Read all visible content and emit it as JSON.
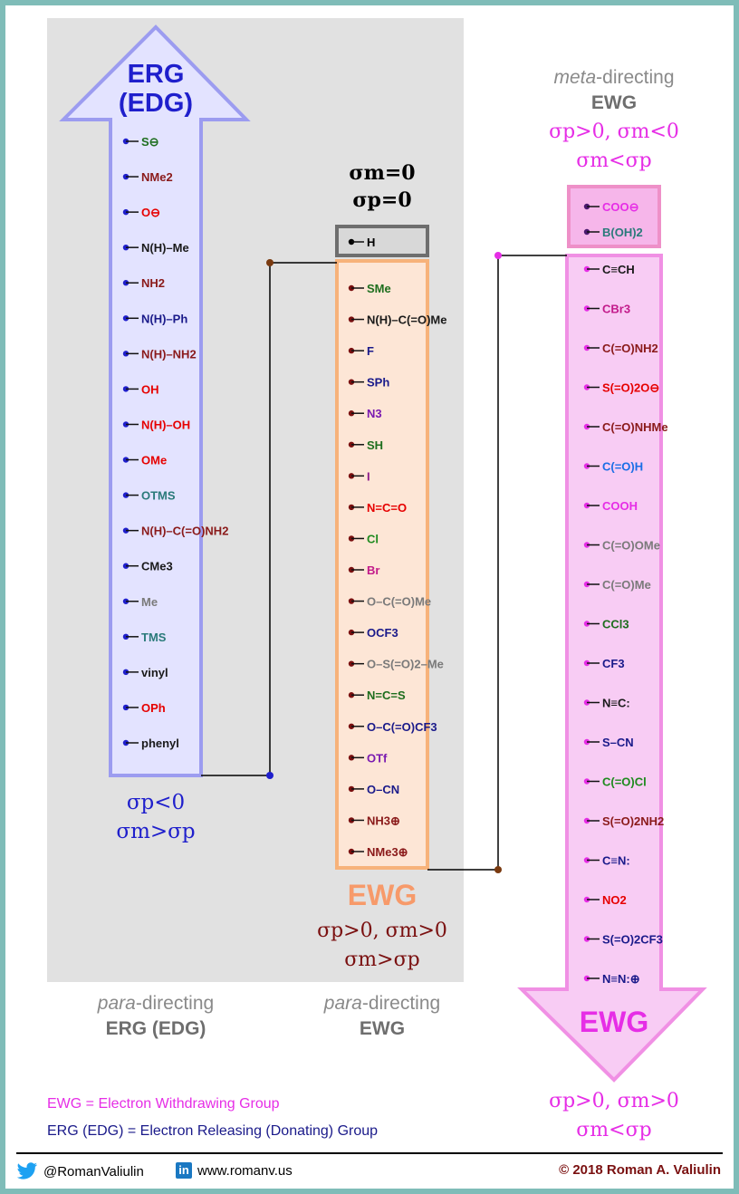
{
  "colors": {
    "erg_blue": "#1f1fcc",
    "ewg_orange": "#f79a6a",
    "ewg_magenta": "#e62ee6",
    "dark_red": "#7a1010",
    "gray_text": "#8a8a8a",
    "frame_teal": "#7fbcb8"
  },
  "erg_arrow": {
    "title_line1": "ERG",
    "title_line2": "(EDG)",
    "caption_line1": "σp<0",
    "caption_line2": "σm>σp",
    "bottom_label_italic": "para",
    "bottom_label_rest": "-directing",
    "bottom_label_line2": "ERG (EDG)",
    "groups": [
      {
        "label": "S⊖",
        "color": "#1e6e1e"
      },
      {
        "label": "NMe2",
        "color": "#8a1a1a"
      },
      {
        "label": "O⊖",
        "color": "#e60000"
      },
      {
        "label": "N(H)–Me",
        "color": "#1a1a1a"
      },
      {
        "label": "NH2",
        "color": "#8a1a1a"
      },
      {
        "label": "N(H)–Ph",
        "color": "#1a1a8a"
      },
      {
        "label": "N(H)–NH2",
        "color": "#8a1a1a"
      },
      {
        "label": "OH",
        "color": "#e60000"
      },
      {
        "label": "N(H)–OH",
        "color": "#e60000"
      },
      {
        "label": "OMe",
        "color": "#e60000"
      },
      {
        "label": "OTMS",
        "color": "#2a7a7a"
      },
      {
        "label": "N(H)–C(=O)NH2",
        "color": "#8a1a1a"
      },
      {
        "label": "CMe3",
        "color": "#1a1a1a"
      },
      {
        "label": "Me",
        "color": "#7a7a7a"
      },
      {
        "label": "TMS",
        "color": "#2a7a7a"
      },
      {
        "label": "vinyl",
        "color": "#1a1a1a"
      },
      {
        "label": "OPh",
        "color": "#e60000"
      },
      {
        "label": "phenyl",
        "color": "#1a1a1a"
      }
    ]
  },
  "reference": {
    "sigma_m": "σm=0",
    "sigma_p": "σp=0",
    "group": "H"
  },
  "para_ewg": {
    "title": "EWG",
    "caption_line1": "σp>0, σm>0",
    "caption_line2": "σm>σp",
    "bottom_label_italic": "para",
    "bottom_label_rest": "-directing",
    "bottom_label_line2": "EWG",
    "groups": [
      {
        "label": "SMe",
        "color": "#1e6e1e"
      },
      {
        "label": "N(H)–C(=O)Me",
        "color": "#1a1a1a"
      },
      {
        "label": "F",
        "color": "#1a1a8a"
      },
      {
        "label": "SPh",
        "color": "#1a1a8a"
      },
      {
        "label": "N3",
        "color": "#7a1ab0"
      },
      {
        "label": "SH",
        "color": "#1e6e1e"
      },
      {
        "label": "I",
        "color": "#8a1a8a"
      },
      {
        "label": "N=C=O",
        "color": "#e60000"
      },
      {
        "label": "Cl",
        "color": "#1e8a1e"
      },
      {
        "label": "Br",
        "color": "#c21a8a"
      },
      {
        "label": "O–C(=O)Me",
        "color": "#7a7a7a"
      },
      {
        "label": "OCF3",
        "color": "#1a1a8a"
      },
      {
        "label": "O–S(=O)2–Me",
        "color": "#7a7a7a"
      },
      {
        "label": "N=C=S",
        "color": "#1e6e1e"
      },
      {
        "label": "O–C(=O)CF3",
        "color": "#1a1a8a"
      },
      {
        "label": "OTf",
        "color": "#7a1ab0"
      },
      {
        "label": "O–CN",
        "color": "#1a1a8a"
      },
      {
        "label": "NH3⊕",
        "color": "#8a1a1a"
      },
      {
        "label": "NMe3⊕",
        "color": "#8a1a1a"
      }
    ]
  },
  "meta_ewg": {
    "top_label_italic": "meta",
    "top_label_rest": "-directing",
    "top_label_line2": "EWG",
    "top_caption_line1": "σp>0, σm<0",
    "top_caption_line2": "σm<σp",
    "anomalous_groups": [
      {
        "label": "COO⊖",
        "color": "#e62ee6"
      },
      {
        "label": "B(OH)2",
        "color": "#2a7a7a"
      }
    ],
    "title": "EWG",
    "caption_line1": "σp>0, σm>0",
    "caption_line2": "σm<σp",
    "groups": [
      {
        "label": "C≡CH",
        "color": "#1a1a1a"
      },
      {
        "label": "CBr3",
        "color": "#c21a8a"
      },
      {
        "label": "C(=O)NH2",
        "color": "#8a1a1a"
      },
      {
        "label": "S(=O)2O⊖",
        "color": "#e60000"
      },
      {
        "label": "C(=O)NHMe",
        "color": "#8a1a1a"
      },
      {
        "label": "C(=O)H",
        "color": "#1a6ee6"
      },
      {
        "label": "COOH",
        "color": "#e62ee6"
      },
      {
        "label": "C(=O)OMe",
        "color": "#7a7a7a"
      },
      {
        "label": "C(=O)Me",
        "color": "#7a7a7a"
      },
      {
        "label": "CCl3",
        "color": "#1e6e1e"
      },
      {
        "label": "CF3",
        "color": "#1a1a8a"
      },
      {
        "label": "N≡C:",
        "color": "#1a1a1a"
      },
      {
        "label": "S–CN",
        "color": "#1a1a8a"
      },
      {
        "label": "C(=O)Cl",
        "color": "#1e8a1e"
      },
      {
        "label": "S(=O)2NH2",
        "color": "#8a1a1a"
      },
      {
        "label": "C≡N:",
        "color": "#1a1a8a"
      },
      {
        "label": "NO2",
        "color": "#e60000"
      },
      {
        "label": "S(=O)2CF3",
        "color": "#1a1a8a"
      },
      {
        "label": "N≡N:⊕",
        "color": "#1a1a8a"
      }
    ]
  },
  "legend": {
    "ewg_line": "EWG = Electron Withdrawing Group",
    "erg_line": "ERG (EDG) = Electron Releasing (Donating) Group"
  },
  "footer": {
    "twitter": "@RomanValiulin",
    "linkedin_icon": "in",
    "website": "www.romanv.us",
    "copyright": "© 2018 Roman A. Valiulin"
  }
}
